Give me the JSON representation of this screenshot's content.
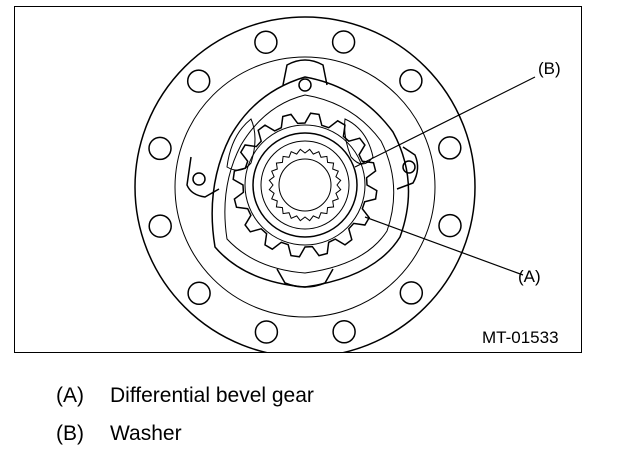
{
  "callouts": {
    "a": "(A)",
    "b": "(B)"
  },
  "figure_code": "MT-01533",
  "legend": [
    {
      "key": "(A)",
      "text": "Differential bevel gear"
    },
    {
      "key": "(B)",
      "text": "Washer"
    }
  ],
  "colors": {
    "line": "#000000",
    "background": "#ffffff"
  }
}
